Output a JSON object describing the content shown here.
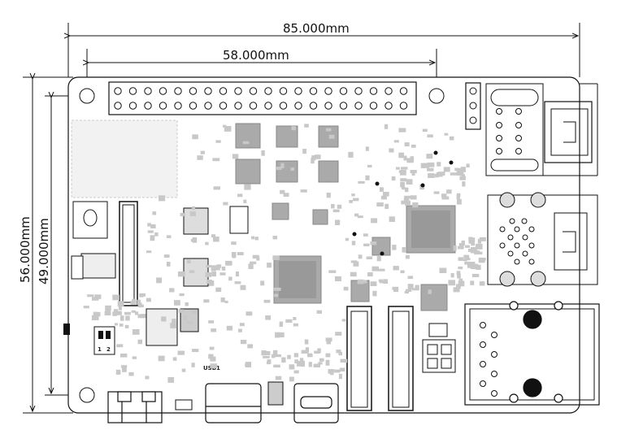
{
  "dimensions": {
    "board_width": "85.000mm",
    "hole_spacing_x": "58.000mm",
    "board_height": "56.000mm",
    "hole_spacing_y": "49.000mm"
  },
  "silkscreen": {
    "usb_label": "USB1",
    "switch_label_1": "1",
    "switch_label_2": "2"
  },
  "connectors": {
    "gpio_header_pins": 40,
    "usb_ports": 2,
    "ethernet_ports": 1
  },
  "colors": {
    "outline": "#111111",
    "pad": "#c8c8c8",
    "ic": "#a8a8a8",
    "background": "#ffffff"
  }
}
